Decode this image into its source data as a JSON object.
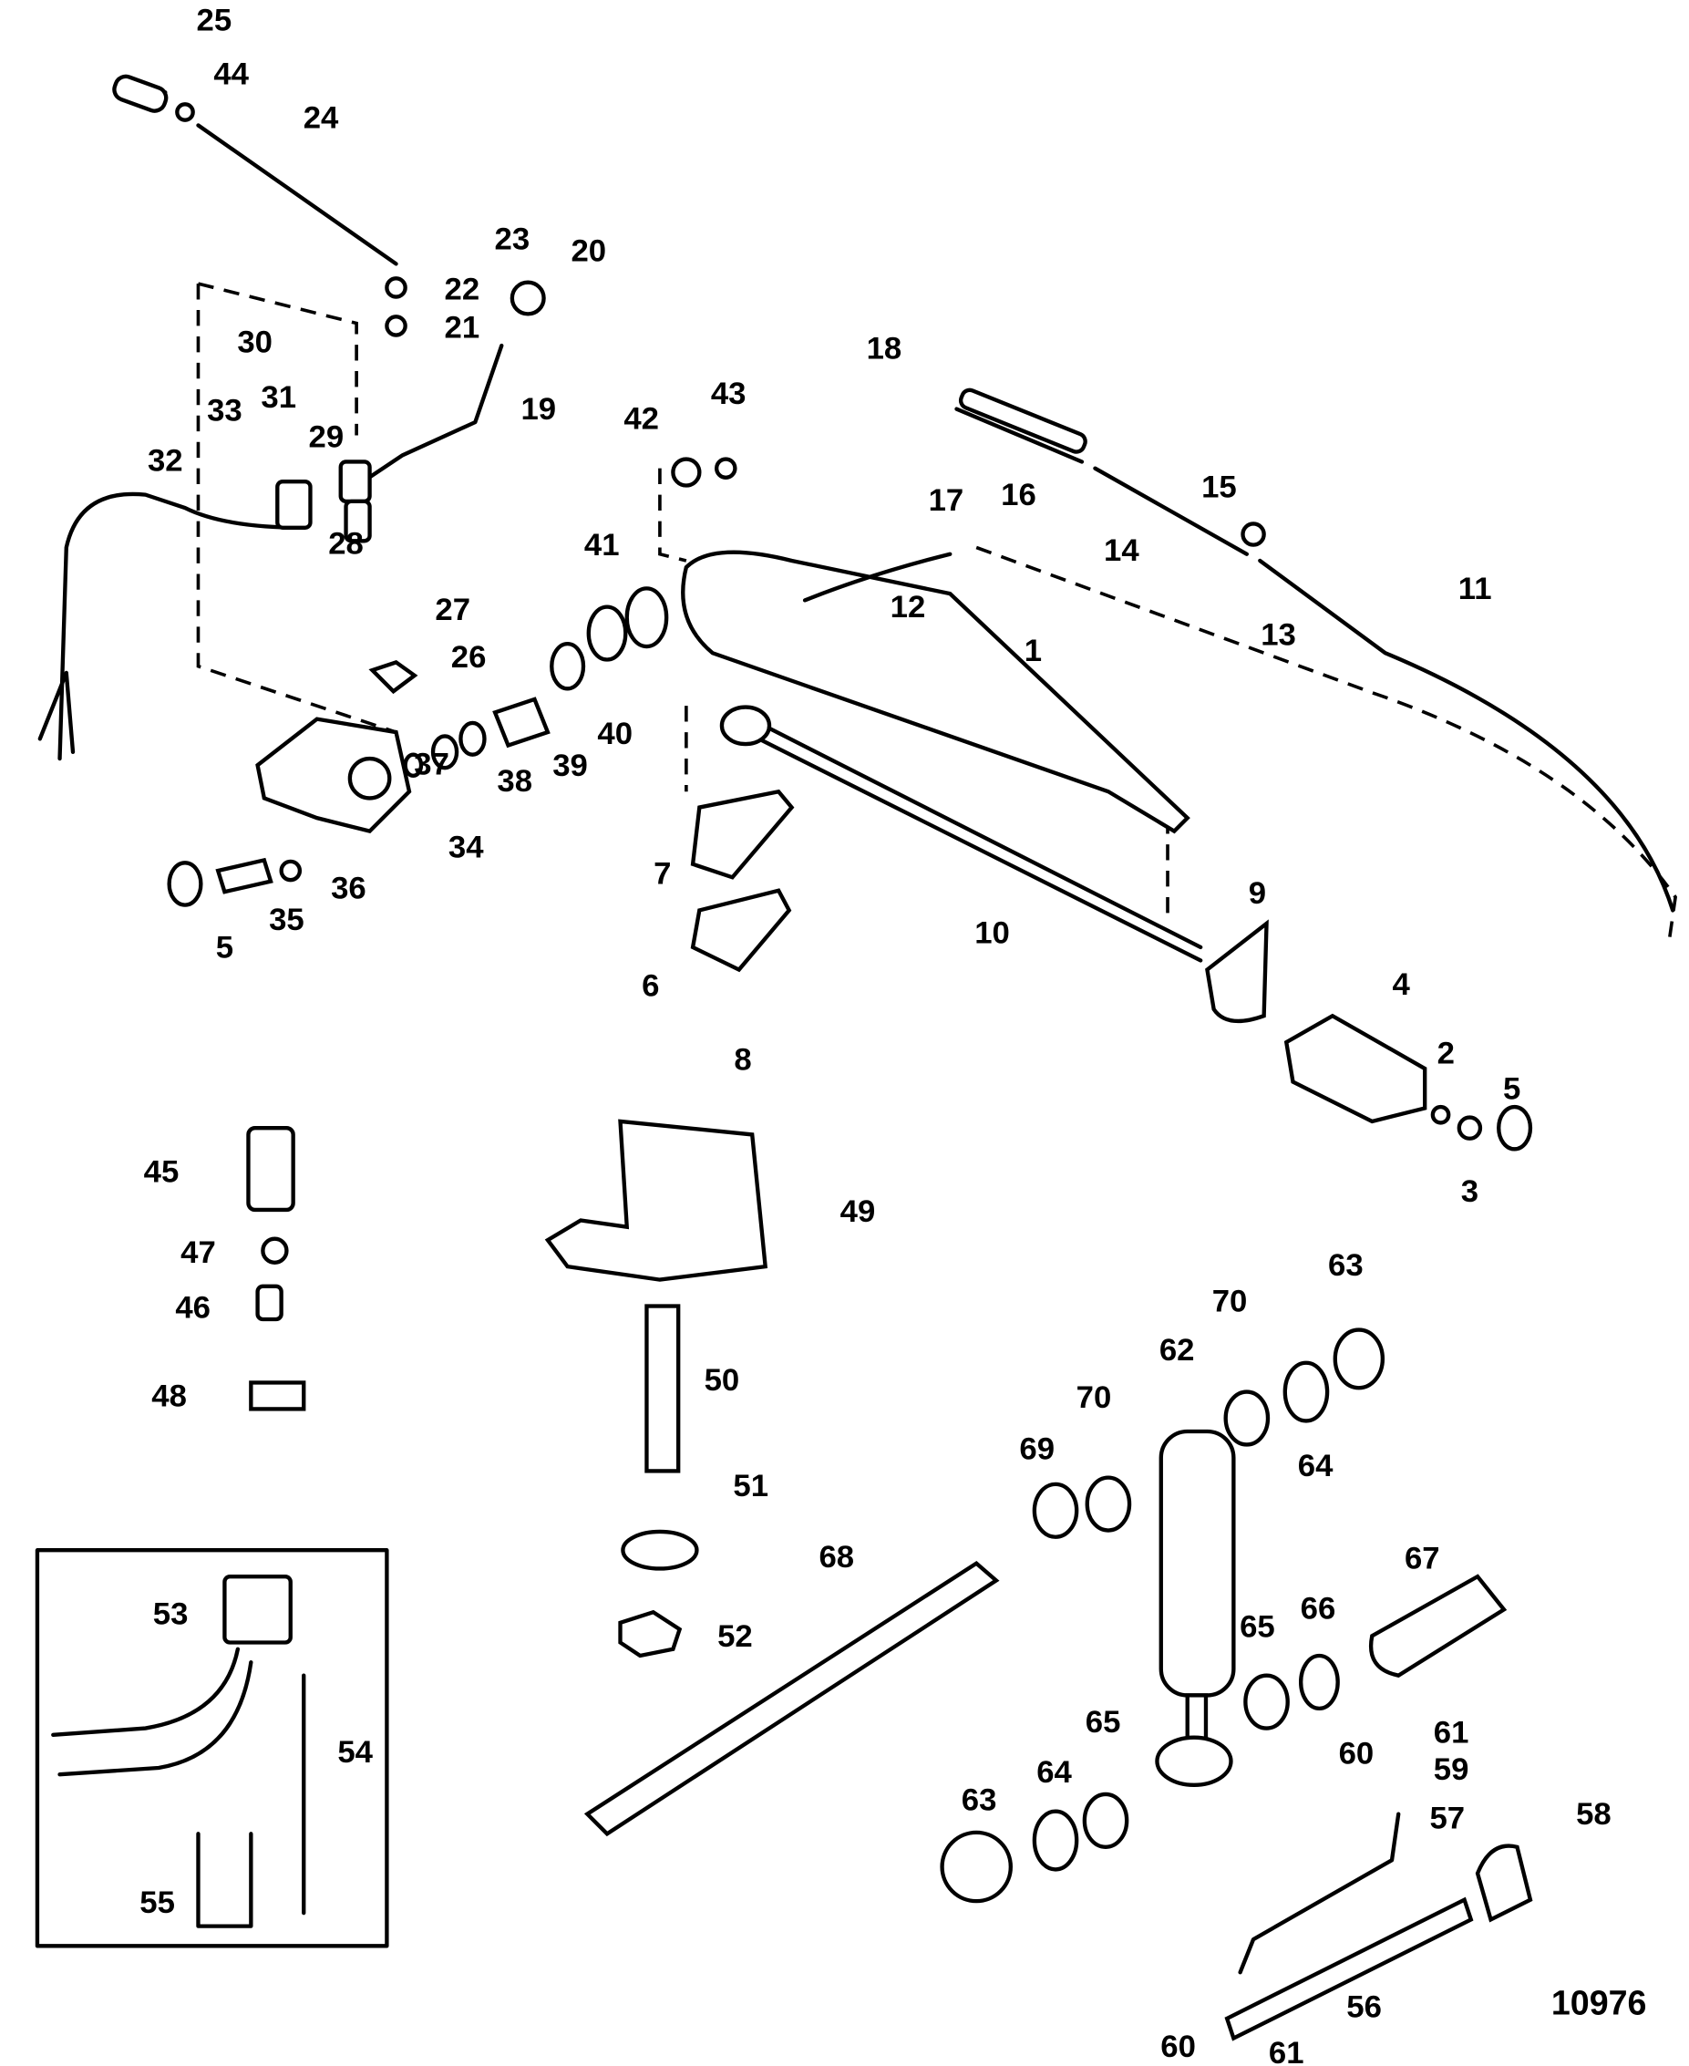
{
  "diagram": {
    "reference_number": "10976",
    "callouts": [
      "25",
      "44",
      "24",
      "23",
      "20",
      "22",
      "21",
      "30",
      "18",
      "43",
      "31",
      "29",
      "19",
      "42",
      "33",
      "32",
      "17",
      "16",
      "15",
      "28",
      "41",
      "14",
      "12",
      "11",
      "13",
      "27",
      "26",
      "1",
      "40",
      "39",
      "38",
      "37",
      "34",
      "36",
      "35",
      "5",
      "7",
      "9",
      "10",
      "6",
      "4",
      "2",
      "5",
      "8",
      "3",
      "45",
      "49",
      "47",
      "46",
      "70",
      "63",
      "62",
      "50",
      "48",
      "70",
      "69",
      "64",
      "67",
      "51",
      "68",
      "53",
      "66",
      "65",
      "52",
      "54",
      "65",
      "61",
      "60",
      "59",
      "64",
      "63",
      "57",
      "58",
      "55",
      "56",
      "60",
      "61"
    ]
  }
}
